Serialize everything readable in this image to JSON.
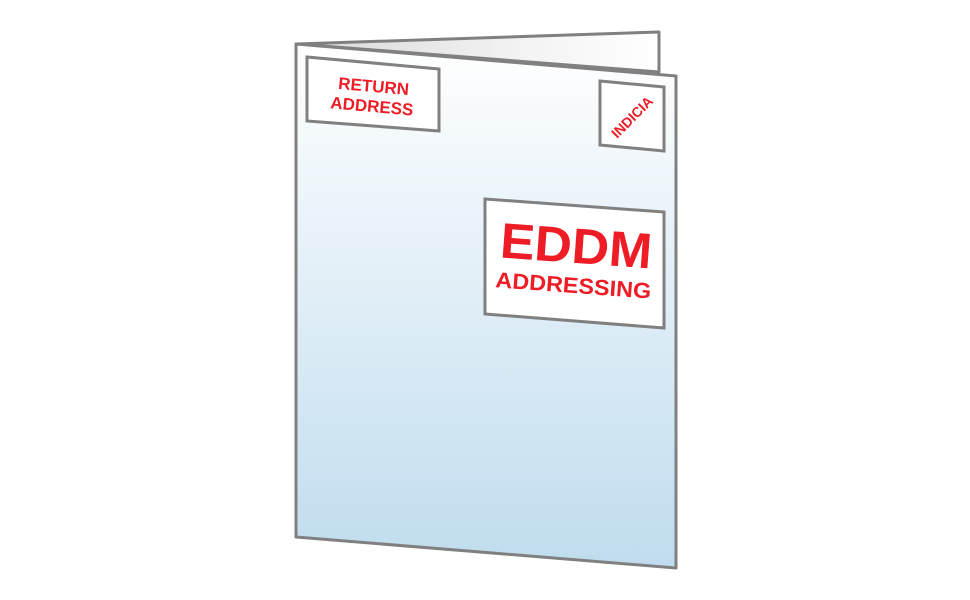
{
  "diagram": {
    "type": "folded-mailer",
    "colors": {
      "outline": "#808080",
      "text": "#ee1c25",
      "panel_top": "#ffffff",
      "panel_bottom": "#bfdcee",
      "box_fill": "#ffffff"
    },
    "labels": {
      "return_address_line1": "RETURN",
      "return_address_line2": "ADDRESS",
      "indicia": "INDICIA",
      "eddm_line1": "EDDM",
      "eddm_line2": "ADDRESSING"
    }
  }
}
